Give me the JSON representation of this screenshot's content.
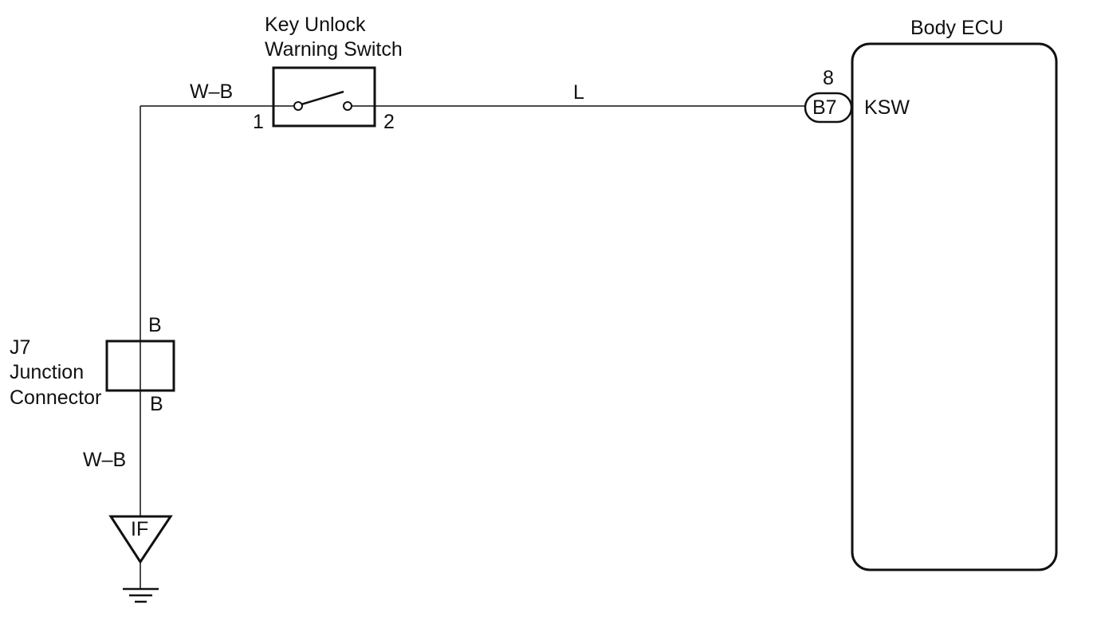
{
  "components": {
    "key_unlock_switch": {
      "name_line1": "Key Unlock",
      "name_line2": "Warning Switch",
      "pin_1": "1",
      "pin_2": "2"
    },
    "body_ecu": {
      "name": "Body ECU",
      "connector": "B7",
      "pin_number": "8",
      "terminal": "KSW"
    },
    "junction_connector": {
      "line1": "J7",
      "line2": "Junction",
      "line3": "Connector",
      "top_pin": "B",
      "bottom_pin": "B"
    },
    "ground": {
      "label": "IF"
    }
  },
  "wires": {
    "top_left_color": "W–B",
    "top_right_color": "L",
    "bottom_left_color": "W–B"
  }
}
